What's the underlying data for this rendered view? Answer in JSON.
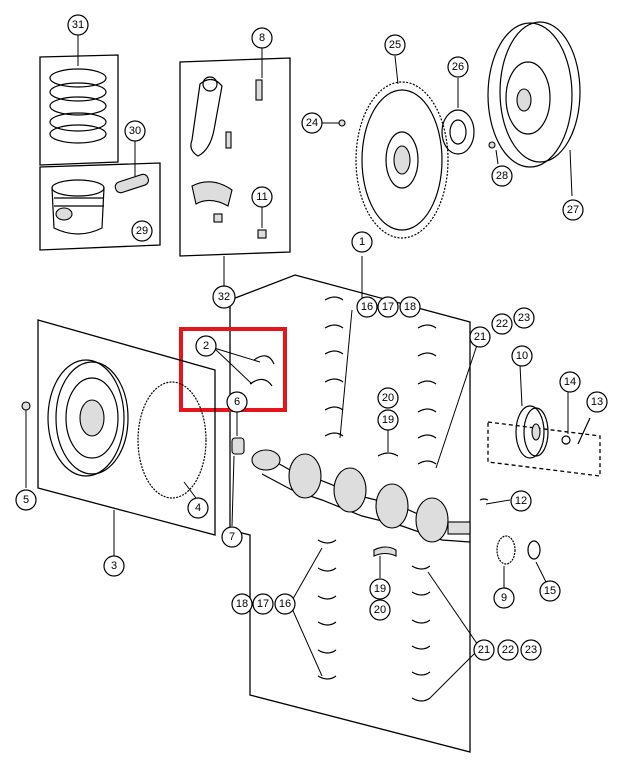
{
  "diagram": {
    "highlight_color": "#e8141b",
    "callouts": {
      "c31": "31",
      "c30": "30",
      "c29": "29",
      "c8": "8",
      "c11": "11",
      "c32": "32",
      "c25": "25",
      "c26": "26",
      "c24": "24",
      "c28": "28",
      "c27": "27",
      "c1": "1",
      "c16a": "16",
      "c17a": "17",
      "c18a": "18",
      "c21a": "21",
      "c22a": "22",
      "c23a": "23",
      "c2": "2",
      "c6": "6",
      "c20a": "20",
      "c19a": "19",
      "c10": "10",
      "c14": "14",
      "c13": "13",
      "c12": "12",
      "c5": "5",
      "c4": "4",
      "c3": "3",
      "c7": "7",
      "c19b": "19",
      "c20b": "20",
      "c9": "9",
      "c15": "15",
      "c18b": "18",
      "c17b": "17",
      "c16b": "16",
      "c21b": "21",
      "c22b": "22",
      "c23b": "23"
    }
  }
}
